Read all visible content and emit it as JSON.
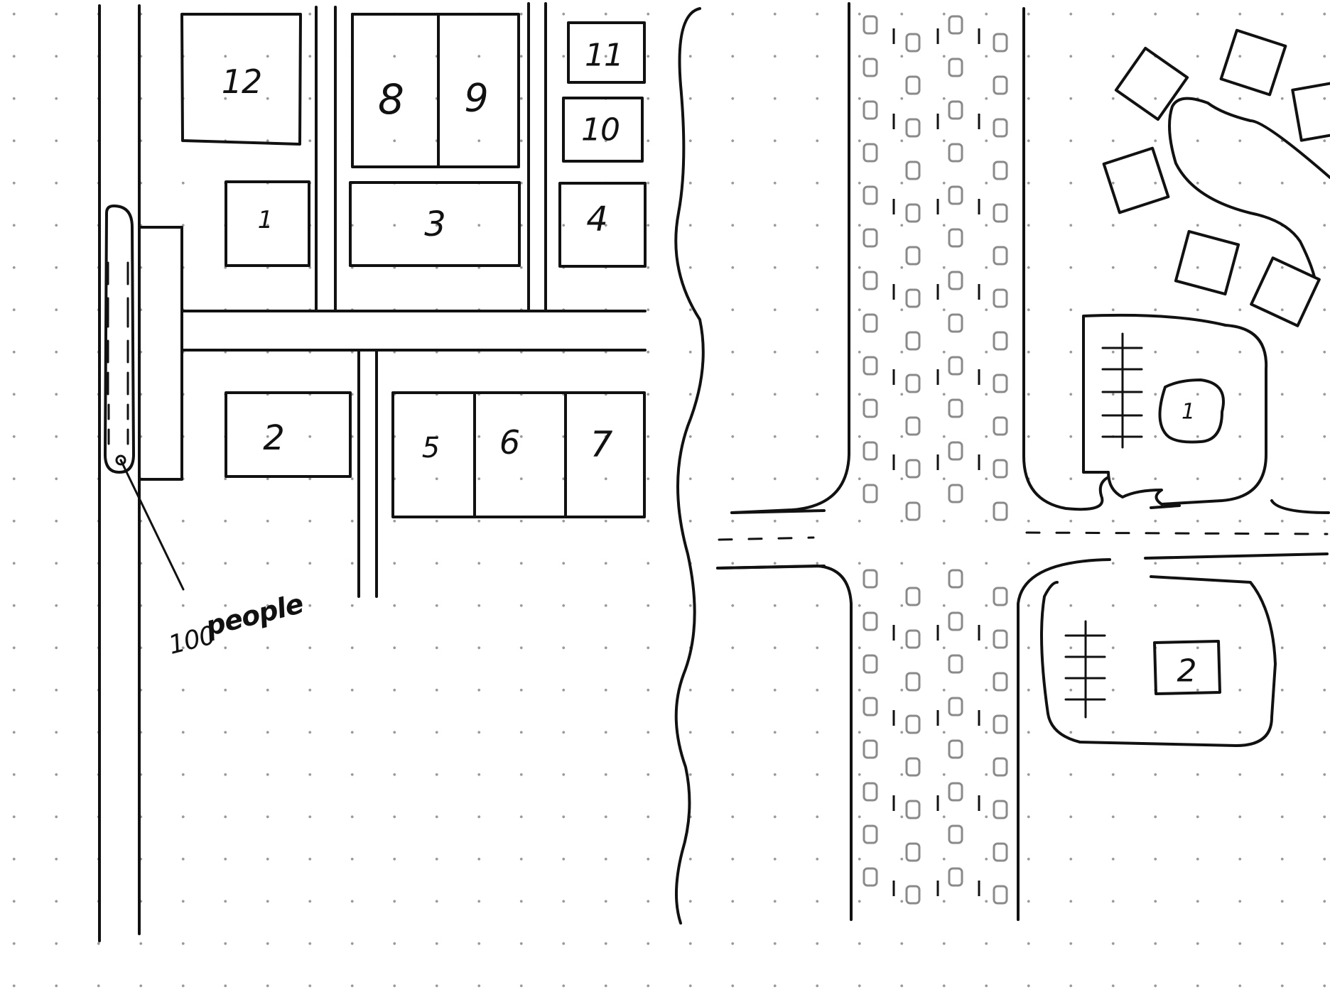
{
  "left_map": {
    "building_numbers": [
      "12",
      "8",
      "9",
      "11",
      "10",
      "1",
      "3",
      "4",
      "2",
      "5",
      "6",
      "7"
    ],
    "annotation": {
      "count": "100",
      "word": "people"
    }
  },
  "right_map": {
    "lot_numbers": [
      "1",
      "2"
    ]
  }
}
